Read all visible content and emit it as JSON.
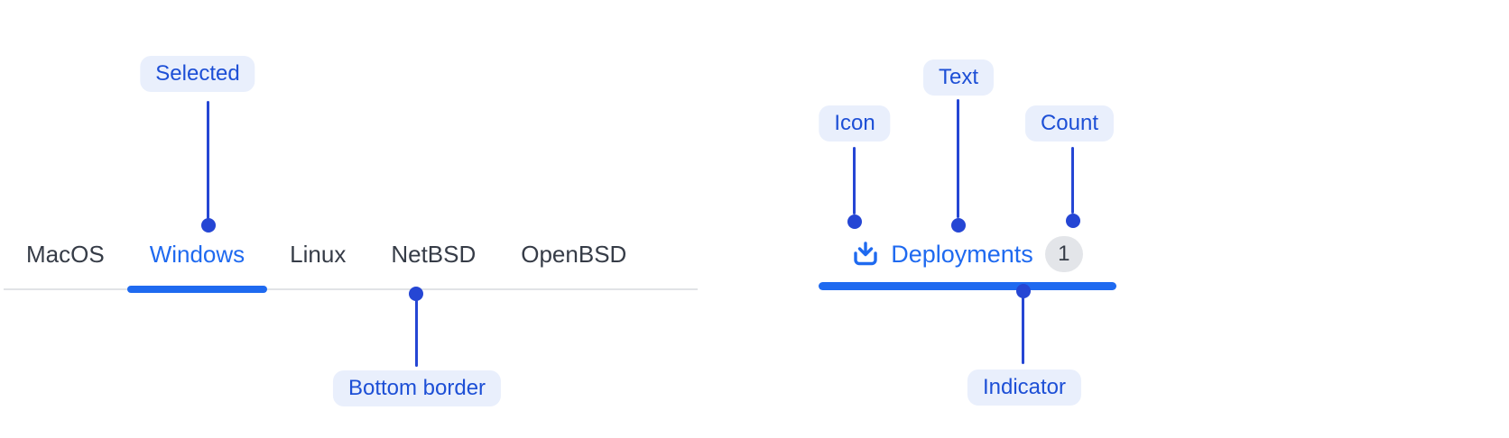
{
  "colors": {
    "accent_blue": "#1f6af0",
    "annotation_line_blue": "#2546d4",
    "annotation_text_blue": "#1d4fd6",
    "annotation_badge_bg": "#e9effc",
    "tab_text_gray": "#363c47",
    "tab_border_gray": "#e1e3e6",
    "count_badge_bg": "#e3e5e9"
  },
  "left_tabs": {
    "items": [
      {
        "label": "MacOS",
        "selected": false
      },
      {
        "label": "Windows",
        "selected": true
      },
      {
        "label": "Linux",
        "selected": false
      },
      {
        "label": "NetBSD",
        "selected": false
      },
      {
        "label": "OpenBSD",
        "selected": false
      }
    ],
    "annotations": {
      "selected": "Selected",
      "bottom_border": "Bottom border"
    }
  },
  "right_tab": {
    "icon": "download-icon",
    "label": "Deployments",
    "count": "1",
    "annotations": {
      "icon": "Icon",
      "text": "Text",
      "count": "Count",
      "indicator": "Indicator"
    }
  }
}
